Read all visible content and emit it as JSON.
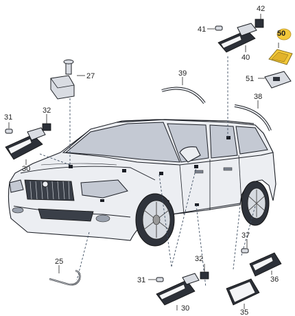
{
  "callouts": {
    "n25": "25",
    "n27": "27",
    "n30_left": "30",
    "n30_bottom": "30",
    "n31_left": "31",
    "n31_bottom": "31",
    "n32_left": "32",
    "n32_bottom": "32",
    "n35": "35",
    "n36": "36",
    "n37": "37",
    "n38": "38",
    "n39": "39",
    "n40": "40",
    "n41": "41",
    "n42": "42",
    "n50": "50",
    "n51": "51"
  },
  "colors": {
    "highlight": "#f2c83a",
    "car_body": "#eceef2",
    "glass": "#c4c9d3",
    "dashed_leader": "#3c4c60"
  }
}
